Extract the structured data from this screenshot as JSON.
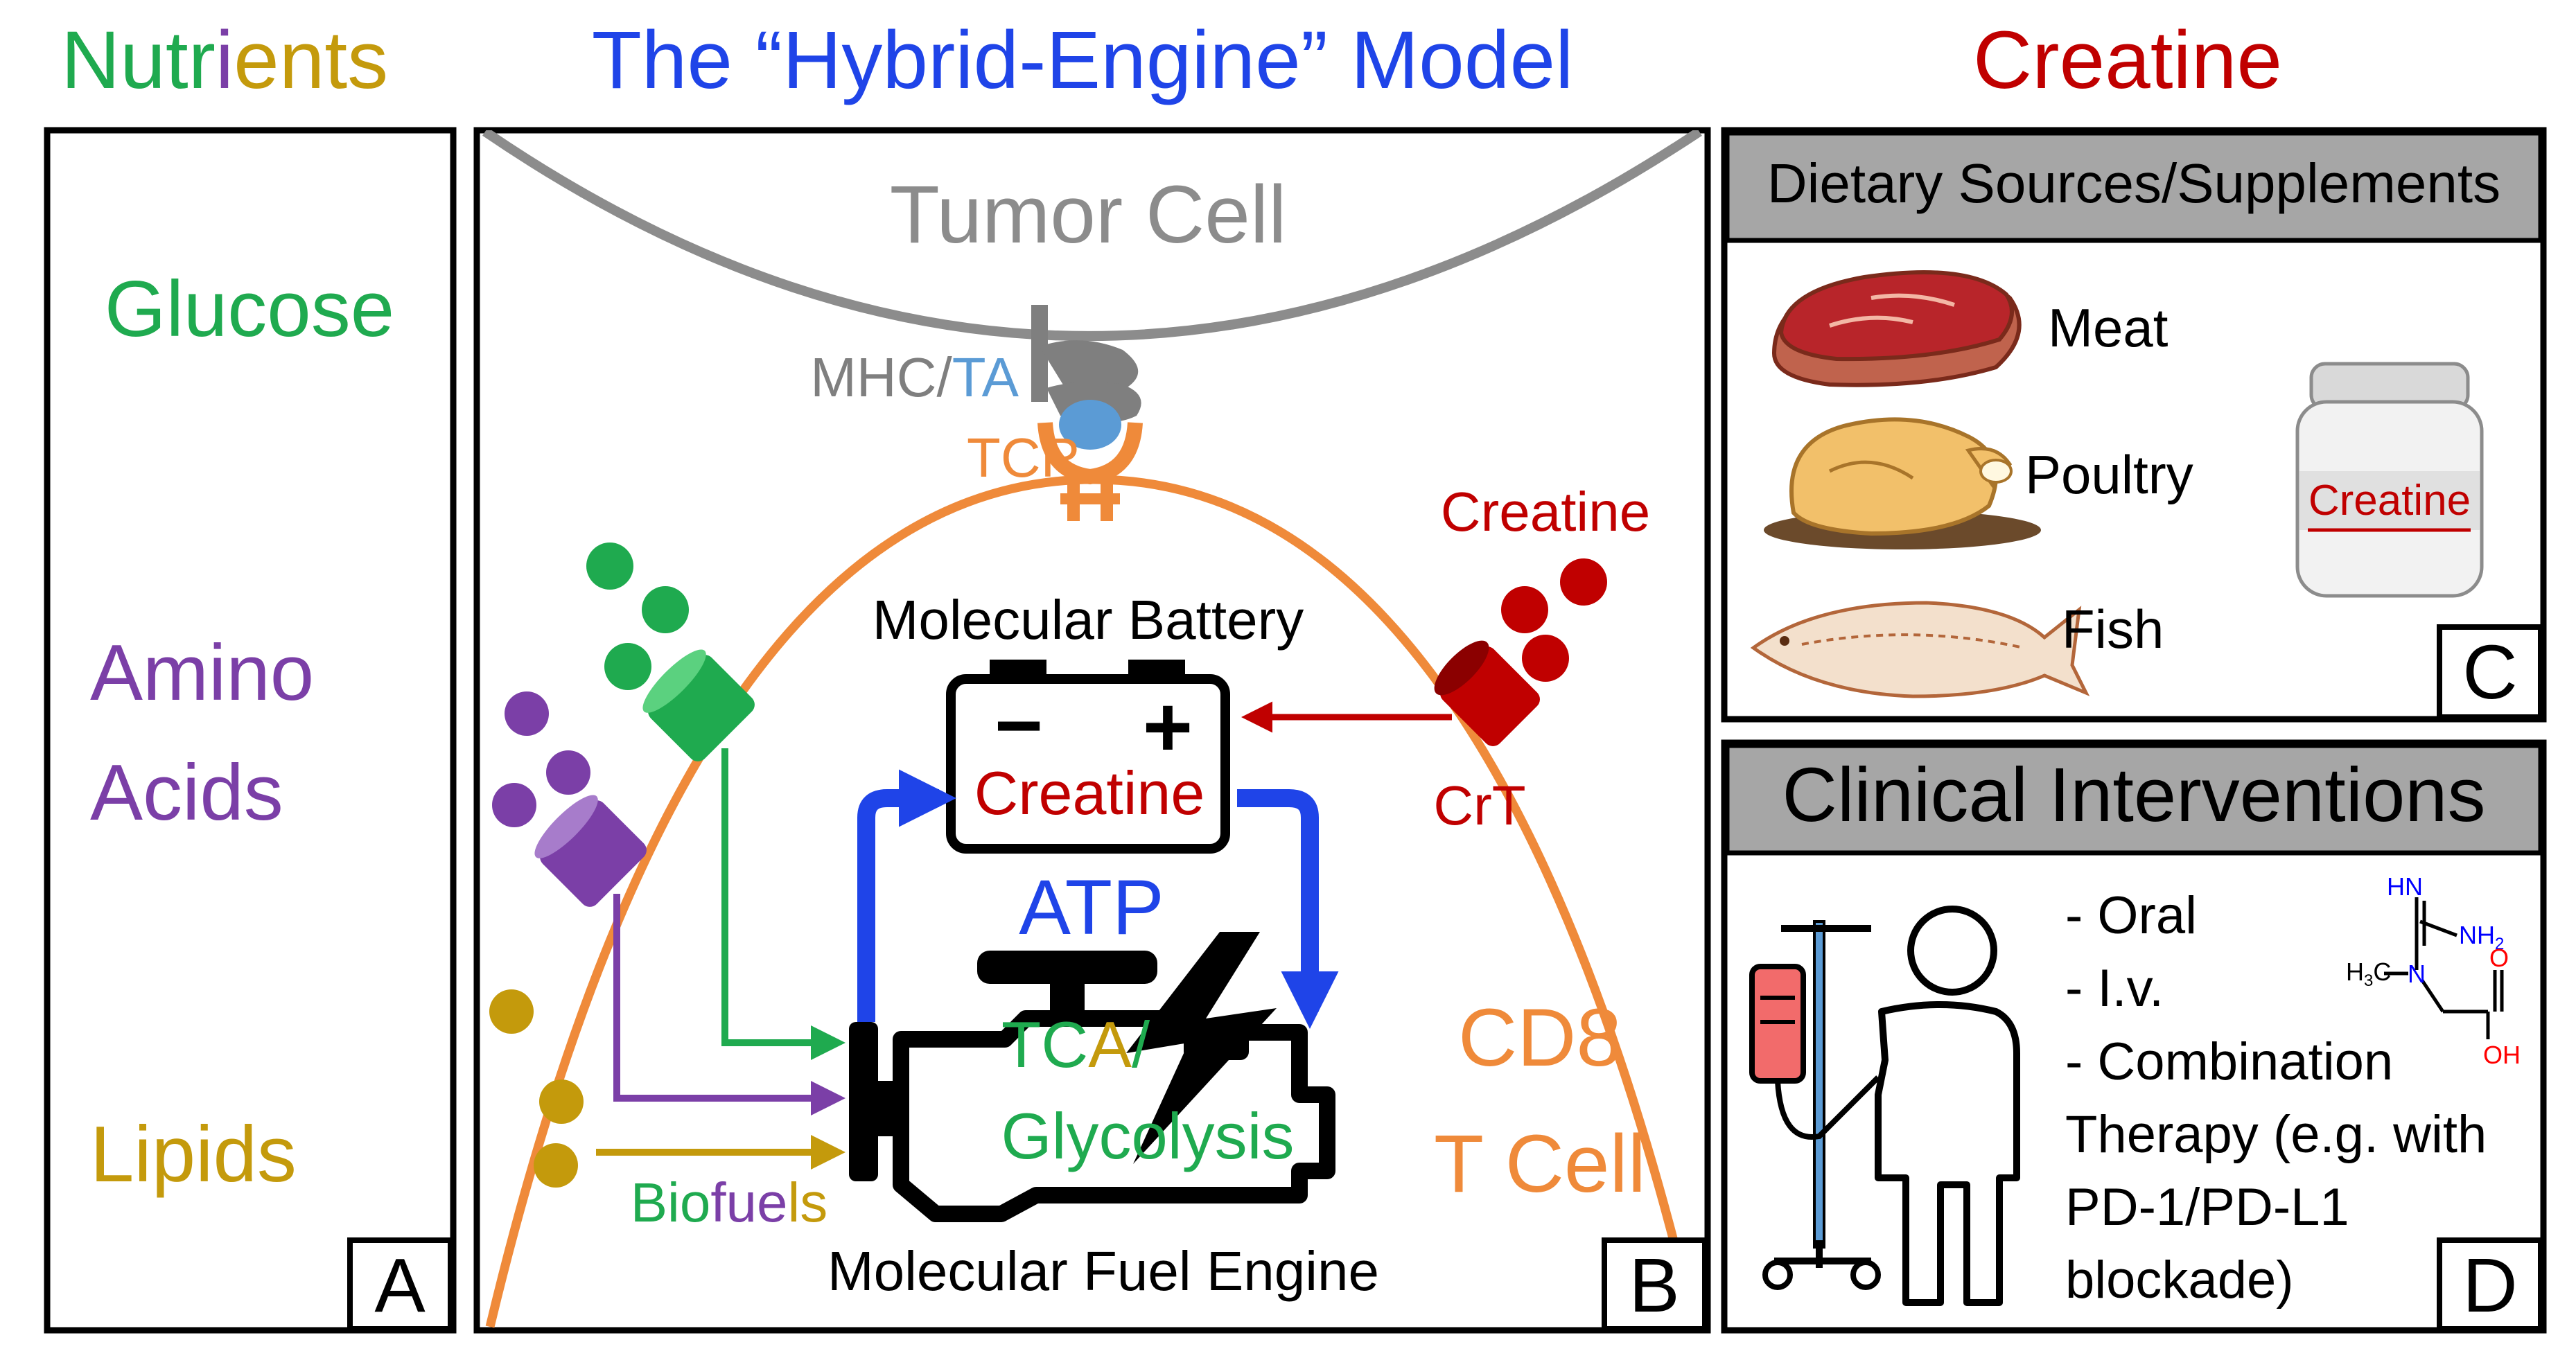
{
  "headers": {
    "nutrients": [
      "Nutr",
      "i",
      "ents"
    ],
    "model": "The “Hybrid-Engine” Model",
    "creatine": "Creatine"
  },
  "panel_a": {
    "glucose": "Glucose",
    "amino_line1": "Amino",
    "amino_line2": "Acids",
    "lipids": "Lipids",
    "letter": "A"
  },
  "panel_b": {
    "tumor_cell": "Tumor Cell",
    "mhc": "MHC/",
    "ta": "TA",
    "tcr": "TCR",
    "creatine_label": "Creatine",
    "crt": "CrT",
    "battery_title": "Molecular Battery",
    "battery_minus": "−",
    "battery_plus": "+",
    "battery_content": "Creatine",
    "atp": "ATP",
    "tca_parts": [
      "TC",
      "A",
      "/"
    ],
    "glycolysis": "Glycolysis",
    "engine_title": "Molecular Fuel Engine",
    "biofuels_parts": [
      "Bio",
      "fue",
      "ls"
    ],
    "cd8_line1": "CD8",
    "cd8_line2": "T Cell",
    "letter": "B"
  },
  "panel_c": {
    "header": "Dietary Sources/Supplements",
    "meat": "Meat",
    "poultry": "Poultry",
    "fish": "Fish",
    "jar_label": "Creatine",
    "letter": "C"
  },
  "panel_d": {
    "header": "Clinical Interventions",
    "items": [
      "- Oral",
      "- I.v.",
      "- Combination",
      "Therapy  (e.g. with",
      "PD-1/PD-L1",
      "blockade)"
    ],
    "chem": {
      "hn": "HN",
      "nh2": "NH",
      "nh2_sub": "2",
      "h3c": "H",
      "h3c_sub": "3",
      "h3c_c": "C",
      "n": "N",
      "o": "O",
      "oh": "OH"
    },
    "letter": "D"
  },
  "colors": {
    "glucose": "#1faa4f",
    "amino": "#7b3fa7",
    "lipids": "#c49a0c",
    "model_blue": "#1f44e8",
    "creatine_red": "#c00000",
    "tcell_orange": "#ef8a3a",
    "tumor_gray": "#8c8c8c",
    "ta_blue": "#5b9bd5"
  },
  "icons": [
    "battery-icon",
    "engine-icon",
    "lightning-icon",
    "transporter-icon",
    "meat-icon",
    "poultry-icon",
    "fish-icon",
    "supplement-jar-icon",
    "iv-drip-icon",
    "patient-icon",
    "creatine-molecule-icon"
  ]
}
